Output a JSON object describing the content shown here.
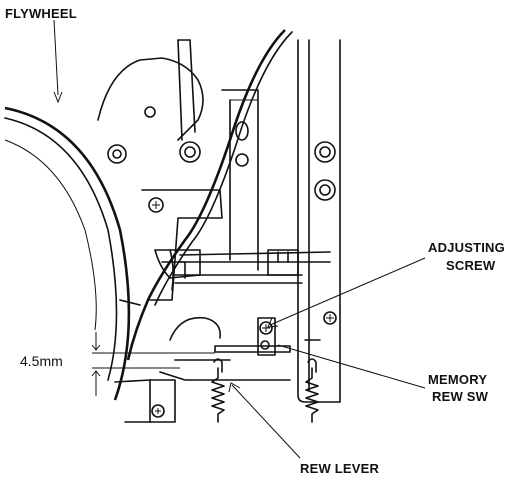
{
  "labels": {
    "flywheel": "FLYWHEEL",
    "adjusting_screw_line1": "ADJUSTING",
    "adjusting_screw_line2": "SCREW",
    "memory_rew_sw_line1": "MEMORY",
    "memory_rew_sw_line2": "REW SW",
    "rew_lever": "REW LEVER",
    "dimension": "4.5mm"
  }
}
